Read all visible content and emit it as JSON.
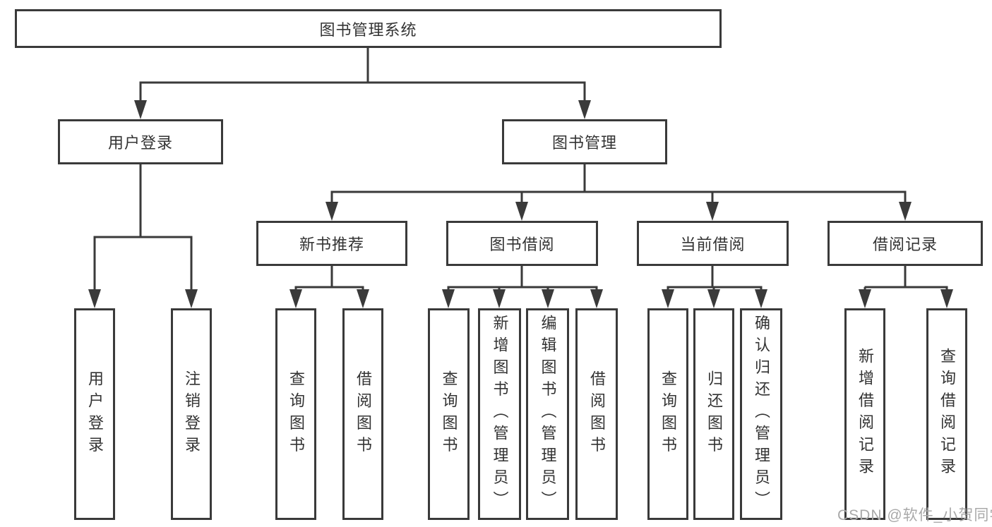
{
  "diagram": {
    "title": "图书管理系统",
    "branches": [
      {
        "label": "用户登录",
        "children": [
          {
            "label": "用户登录"
          },
          {
            "label": "注销登录"
          }
        ]
      },
      {
        "label": "图书管理",
        "children": [
          {
            "label": "新书推荐",
            "children": [
              {
                "label": "查询图书"
              },
              {
                "label": "借阅图书"
              }
            ]
          },
          {
            "label": "图书借阅",
            "children": [
              {
                "label": "查询图书"
              },
              {
                "label": "新增图书（管理员）"
              },
              {
                "label": "编辑图书（管理员）"
              },
              {
                "label": "借阅图书"
              }
            ]
          },
          {
            "label": "当前借阅",
            "children": [
              {
                "label": "查询图书"
              },
              {
                "label": "归还图书"
              },
              {
                "label": "确认归还（管理员）"
              }
            ]
          },
          {
            "label": "借阅记录",
            "children": [
              {
                "label": "新增借阅记录"
              },
              {
                "label": "查询借阅记录"
              }
            ]
          }
        ]
      }
    ]
  },
  "watermark": "CSDN @软件_小贺同学",
  "colors": {
    "line": "#3a3a3a",
    "box_border": "#3a3a3a",
    "box_fill": "#ffffff",
    "text": "#333333",
    "watermark": "#a9a9a9",
    "background": "#ffffff"
  }
}
